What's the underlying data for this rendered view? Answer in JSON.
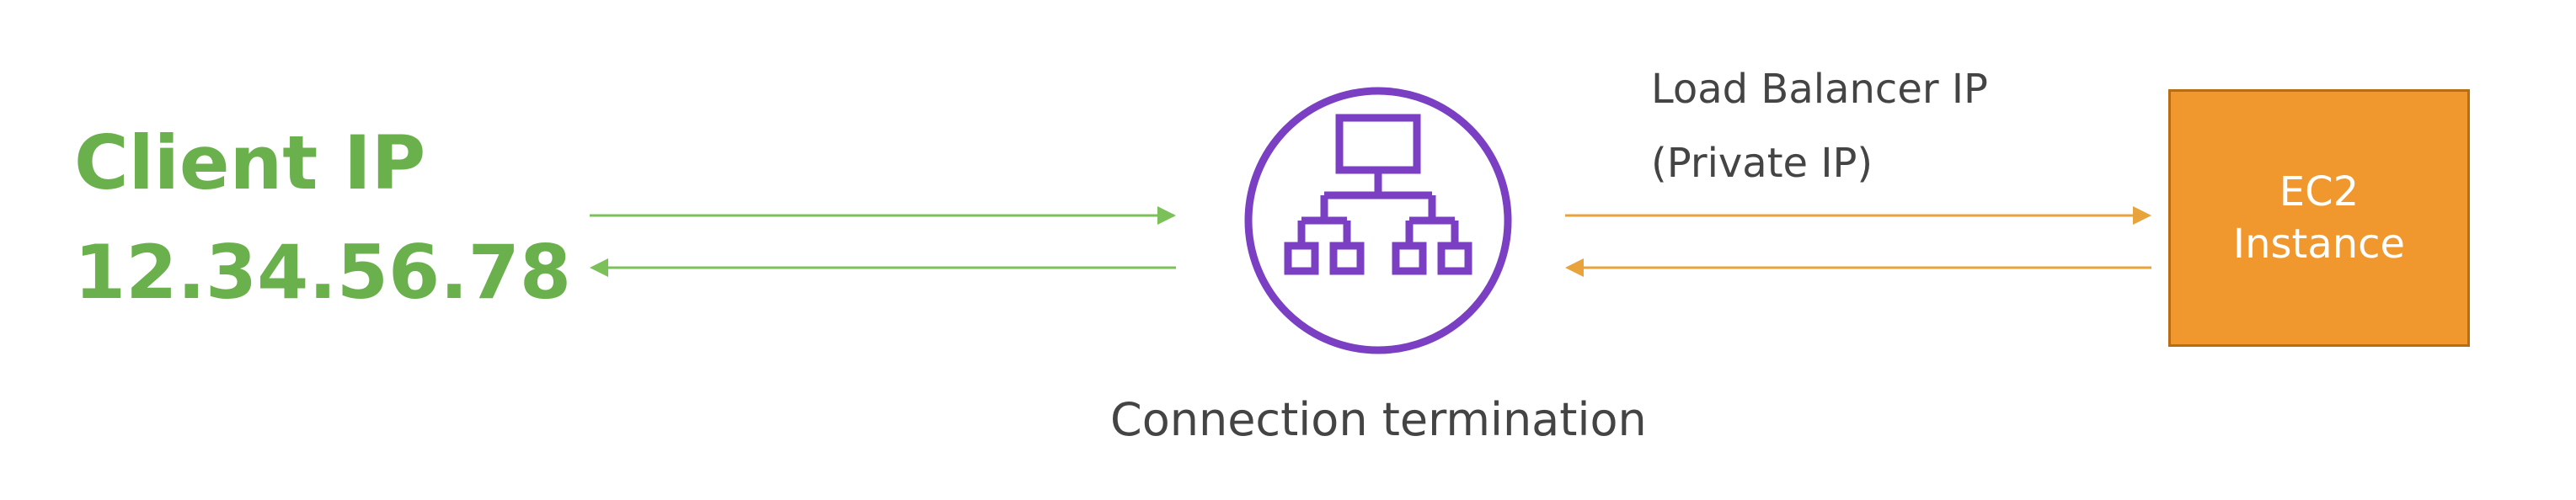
{
  "client": {
    "title": "Client IP",
    "ip": "12.34.56.78"
  },
  "load_balancer": {
    "ip_label_line1": "Load Balancer IP",
    "ip_label_line2": "(Private IP)",
    "icon": "load-balancer-hierarchy-icon",
    "caption": "Connection termination"
  },
  "target": {
    "line1": "EC2",
    "line2": "Instance"
  },
  "colors": {
    "client_text": "#6ab04c",
    "client_arrows": "#7cc05a",
    "target_arrows": "#e8a33d",
    "lb_icon": "#7b3fc4",
    "ec2_fill": "#f0972e",
    "ec2_border": "#b86d12",
    "caption_text": "#444444"
  }
}
